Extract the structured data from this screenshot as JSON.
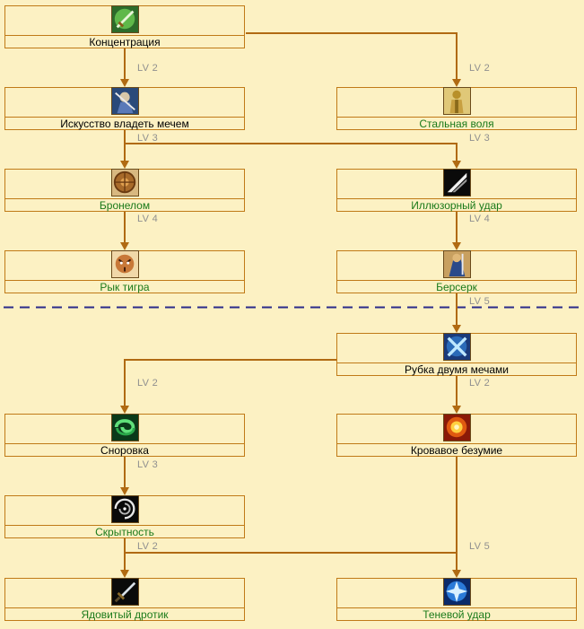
{
  "colors": {
    "background": "#fcf1c3",
    "border": "#c07a17",
    "connector": "#b06a12",
    "divider": "#2b2b8a",
    "label_available": "#1a7a1a",
    "label_default": "#000000",
    "lv_text": "#8f8f8f"
  },
  "skills": [
    {
      "id": "concentration",
      "label": "Концентрация",
      "state": "default",
      "icon": "sword-green-icon"
    },
    {
      "id": "swordsmanship",
      "label": "Искусство владеть мечем",
      "state": "default",
      "icon": "swordsman-icon"
    },
    {
      "id": "steel-will",
      "label": "Стальная воля",
      "state": "available",
      "icon": "golden-armor-icon"
    },
    {
      "id": "helmbreaker",
      "label": "Бронелом",
      "state": "available",
      "icon": "round-shield-icon"
    },
    {
      "id": "illusory-strike",
      "label": "Иллюзорный удар",
      "state": "available",
      "icon": "slash-icon"
    },
    {
      "id": "tiger-roar",
      "label": "Рык тигра",
      "state": "available",
      "icon": "tiger-icon"
    },
    {
      "id": "berserk",
      "label": "Берсерк",
      "state": "available",
      "icon": "berserker-icon"
    },
    {
      "id": "dual-slash",
      "label": "Рубка двумя мечами",
      "state": "default",
      "icon": "crossed-swords-icon"
    },
    {
      "id": "dexterity",
      "label": "Сноровка",
      "state": "default",
      "icon": "green-swirl-icon"
    },
    {
      "id": "blood-frenzy",
      "label": "Кровавое безумие",
      "state": "default",
      "icon": "fire-burst-icon"
    },
    {
      "id": "stealth",
      "label": "Скрытность",
      "state": "available",
      "icon": "vortex-icon"
    },
    {
      "id": "poison-dart",
      "label": "Ядовитый дротик",
      "state": "available",
      "icon": "dagger-icon"
    },
    {
      "id": "shadow-strike",
      "label": "Теневой удар",
      "state": "available",
      "icon": "blue-star-icon"
    }
  ],
  "level_labels": [
    {
      "id": "lv-swordsmanship",
      "text": "LV 2"
    },
    {
      "id": "lv-steel-will",
      "text": "LV 2"
    },
    {
      "id": "lv-helmbreaker",
      "text": "LV 3"
    },
    {
      "id": "lv-illusory-strike",
      "text": "LV 3"
    },
    {
      "id": "lv-tiger-roar",
      "text": "LV 4"
    },
    {
      "id": "lv-berserk",
      "text": "LV 4"
    },
    {
      "id": "lv-dual-slash",
      "text": "LV 5"
    },
    {
      "id": "lv-dexterity",
      "text": "LV 2"
    },
    {
      "id": "lv-blood-frenzy",
      "text": "LV 2"
    },
    {
      "id": "lv-stealth",
      "text": "LV 3"
    },
    {
      "id": "lv-poison-dart",
      "text": "LV 2"
    },
    {
      "id": "lv-shadow-strike",
      "text": "LV 5"
    }
  ],
  "links": [
    {
      "from": "concentration",
      "to": "swordsmanship"
    },
    {
      "from": "concentration",
      "to": "steel-will"
    },
    {
      "from": "swordsmanship",
      "to": "helmbreaker"
    },
    {
      "from": "swordsmanship",
      "to": "illusory-strike"
    },
    {
      "from": "helmbreaker",
      "to": "tiger-roar"
    },
    {
      "from": "illusory-strike",
      "to": "berserk"
    },
    {
      "from": "berserk",
      "to": "dual-slash"
    },
    {
      "from": "dual-slash",
      "to": "dexterity"
    },
    {
      "from": "dual-slash",
      "to": "blood-frenzy"
    },
    {
      "from": "dexterity",
      "to": "stealth"
    },
    {
      "from": "stealth",
      "to": "poison-dart"
    },
    {
      "from": "stealth",
      "to": "shadow-strike"
    },
    {
      "from": "blood-frenzy",
      "to": "shadow-strike"
    }
  ]
}
